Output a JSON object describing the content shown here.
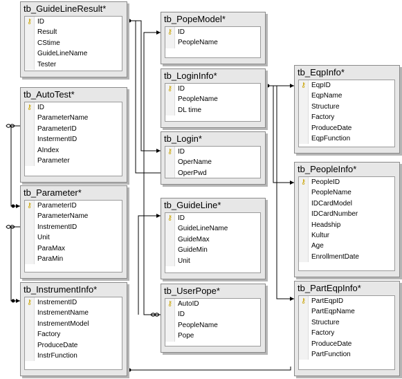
{
  "tables": [
    {
      "id": "guidelineresult",
      "title": "tb_GuideLineResult*",
      "columns": [
        {
          "name": "ID",
          "key": true
        },
        {
          "name": "Result"
        },
        {
          "name": "CStime"
        },
        {
          "name": "GuideLineName"
        },
        {
          "name": "Tester"
        }
      ]
    },
    {
      "id": "autotest",
      "title": "tb_AutoTest*",
      "columns": [
        {
          "name": "ID",
          "key": true
        },
        {
          "name": "ParameterName"
        },
        {
          "name": "ParameterID"
        },
        {
          "name": "InstermentID"
        },
        {
          "name": "AIndex"
        },
        {
          "name": "Parameter"
        }
      ]
    },
    {
      "id": "parameter",
      "title": "tb_Parameter*",
      "columns": [
        {
          "name": "ParameterID",
          "key": true
        },
        {
          "name": "ParameterName"
        },
        {
          "name": "InstrementID"
        },
        {
          "name": "Unit"
        },
        {
          "name": "ParaMax"
        },
        {
          "name": "ParaMin"
        }
      ]
    },
    {
      "id": "instrumentinfo",
      "title": "tb_InstrumentInfo*",
      "columns": [
        {
          "name": "InstrementID",
          "key": true
        },
        {
          "name": "InstrementName"
        },
        {
          "name": "InstrementModel"
        },
        {
          "name": "Factory"
        },
        {
          "name": "ProduceDate"
        },
        {
          "name": "InstrFunction"
        }
      ]
    },
    {
      "id": "popemodel",
      "title": "tb_PopeModel*",
      "columns": [
        {
          "name": "ID",
          "key": true
        },
        {
          "name": "PeopleName"
        }
      ]
    },
    {
      "id": "logininfo",
      "title": "tb_LoginInfo*",
      "columns": [
        {
          "name": "ID",
          "key": true
        },
        {
          "name": "PeopleName"
        },
        {
          "name": "DL time"
        }
      ]
    },
    {
      "id": "login",
      "title": "tb_Login*",
      "columns": [
        {
          "name": "ID",
          "key": true
        },
        {
          "name": "OperName"
        },
        {
          "name": "OperPwd"
        }
      ]
    },
    {
      "id": "guideline",
      "title": "tb_GuideLine*",
      "columns": [
        {
          "name": "ID",
          "key": true
        },
        {
          "name": "GuideLineName"
        },
        {
          "name": "GuideMax"
        },
        {
          "name": "GuideMin"
        },
        {
          "name": "Unit"
        }
      ]
    },
    {
      "id": "userpope",
      "title": "tb_UserPope*",
      "columns": [
        {
          "name": "AutoID",
          "key": true
        },
        {
          "name": "ID"
        },
        {
          "name": "PeopleName"
        },
        {
          "name": "Pope"
        }
      ]
    },
    {
      "id": "eqpinfo",
      "title": "tb_EqpInfo*",
      "columns": [
        {
          "name": "EqpID",
          "key": true
        },
        {
          "name": "EqpName"
        },
        {
          "name": "Structure"
        },
        {
          "name": "Factory"
        },
        {
          "name": "ProduceDate"
        },
        {
          "name": "EqpFunction"
        }
      ]
    },
    {
      "id": "peopleinfo",
      "title": "tb_PeopleInfo*",
      "columns": [
        {
          "name": "PeopleID",
          "key": true
        },
        {
          "name": "PeopleName"
        },
        {
          "name": "IDCardModel"
        },
        {
          "name": "IDCardNumber"
        },
        {
          "name": "Headship"
        },
        {
          "name": "Kultur"
        },
        {
          "name": "Age"
        },
        {
          "name": "EnrollmentDate"
        }
      ]
    },
    {
      "id": "parteqpinfo",
      "title": "tb_PartEqpInfo*",
      "columns": [
        {
          "name": "PartEqpID",
          "key": true
        },
        {
          "name": "PartEqpName"
        },
        {
          "name": "Structure"
        },
        {
          "name": "Factory"
        },
        {
          "name": "ProduceDate"
        },
        {
          "name": "PartFunction"
        }
      ]
    }
  ],
  "colors": {
    "header_bg": "#e7e7e7",
    "border": "#8a8a8a",
    "body_bg": "#ffffff",
    "key_icon": "#c9a300",
    "line": "#000000"
  },
  "icons": {
    "primary_key": "key-icon",
    "relationship_end": "key-end-icon",
    "infinity_end": "infinity-icon"
  }
}
